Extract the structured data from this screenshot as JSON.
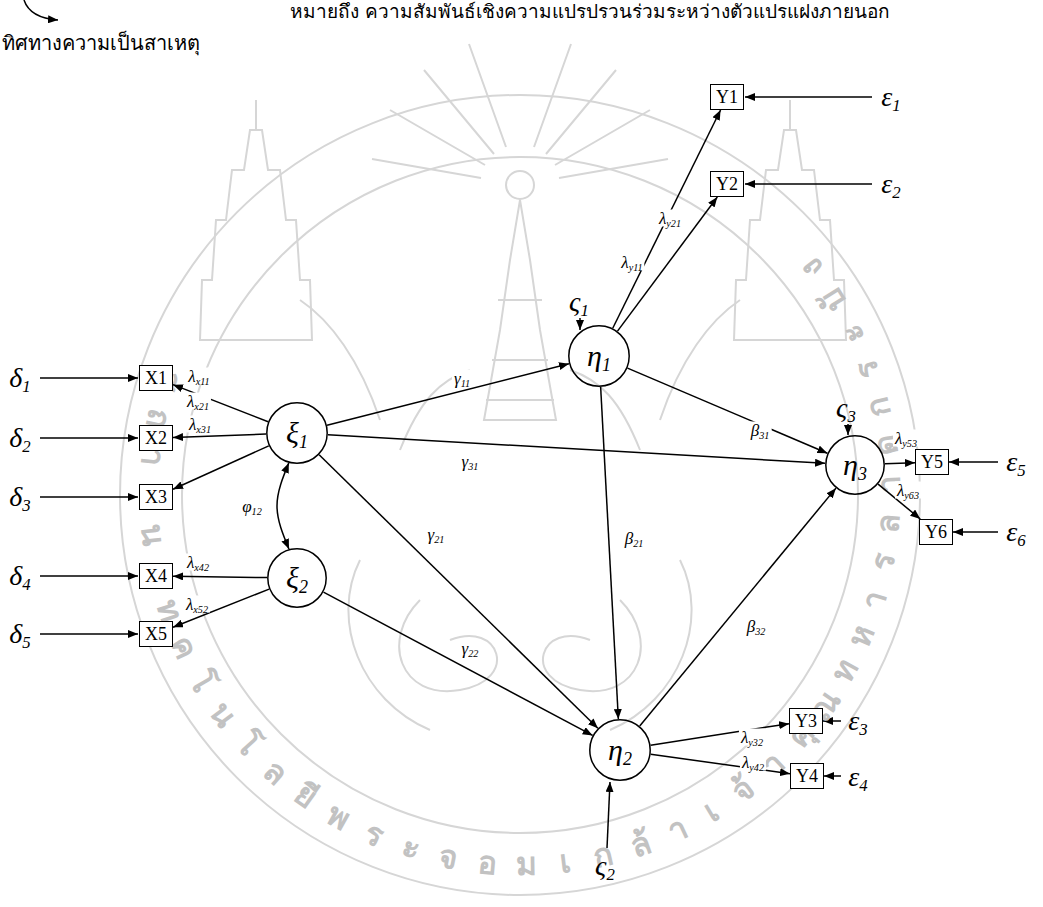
{
  "diagram": {
    "nodes": [
      {
        "text": [
          "X1"
        ]
      },
      {
        "text": [
          "X2"
        ]
      },
      {
        "text": [
          "X3"
        ]
      },
      {
        "text": [
          "X4"
        ]
      },
      {
        "text": [
          "X5"
        ]
      },
      {
        "text": [
          "ξ1"
        ]
      },
      {
        "text": [
          "ξ2"
        ]
      },
      {
        "text": [
          "η1"
        ]
      },
      {
        "text": [
          "η2"
        ]
      },
      {
        "text": [
          "η3"
        ]
      },
      {
        "text": [
          "Y1"
        ]
      },
      {
        "text": [
          "Y2"
        ]
      },
      {
        "text": [
          "Y3"
        ]
      },
      {
        "text": [
          "Y4"
        ]
      },
      {
        "text": [
          "Y5"
        ]
      },
      {
        "text": [
          "Y6"
        ]
      }
    ],
    "edges": [
      {
        "from": 5,
        "to": 0,
        "label": "λx11",
        "arrow": "to"
      },
      {
        "from": 5,
        "to": 1,
        "label": "λx21",
        "arrow": "to"
      },
      {
        "from": 5,
        "to": 2,
        "label": "λx31",
        "arrow": "to"
      },
      {
        "from": 6,
        "to": 3,
        "label": "λx42",
        "arrow": "to"
      },
      {
        "from": 6,
        "to": 4,
        "label": "λx52",
        "arrow": "to"
      },
      {
        "from": 5,
        "to": 6,
        "label": "φ12",
        "arrow": "both"
      },
      {
        "from": 5,
        "to": 7,
        "label": "γ11",
        "arrow": "to"
      },
      {
        "from": 5,
        "to": 9,
        "label": "γ31",
        "arrow": "to"
      },
      {
        "from": 5,
        "to": 8,
        "label": "γ21",
        "arrow": "to"
      },
      {
        "from": 6,
        "to": 8,
        "label": "γ22",
        "arrow": "to"
      },
      {
        "from": 7,
        "to": 8,
        "label": "β21",
        "arrow": "to"
      },
      {
        "from": 7,
        "to": 9,
        "label": "β31",
        "arrow": "to"
      },
      {
        "from": 8,
        "to": 9,
        "label": "β32",
        "arrow": "to"
      },
      {
        "from": 7,
        "to": 10,
        "label": "λy11",
        "arrow": "to"
      },
      {
        "from": 7,
        "to": 11,
        "label": "λy21",
        "arrow": "to"
      },
      {
        "from": 8,
        "to": 12,
        "label": "λy32",
        "arrow": "to"
      },
      {
        "from": 8,
        "to": 13,
        "label": "λy42",
        "arrow": "to"
      },
      {
        "from": 9,
        "to": 14,
        "label": "λy53",
        "arrow": "to"
      },
      {
        "from": 9,
        "to": 15,
        "label": "λy63",
        "arrow": "to"
      }
    ],
    "labels": [
      "หมายถึง ความสัมพันธ์เชิงความแปรปรวนร่วมระหว่างตัวแปรแฝงภายนอก",
      "ทิศทางความเป็นสาเหตุ",
      "สถาบันเทคโนโลยีพระจอมเกล้าเจ้าคุณทหารลาดกระบัง",
      "δ1",
      "δ2",
      "δ3",
      "δ4",
      "δ5",
      "ε1",
      "ε2",
      "ε3",
      "ε4",
      "ε5",
      "ε6",
      "ς1",
      "ς2",
      "ς3"
    ]
  }
}
